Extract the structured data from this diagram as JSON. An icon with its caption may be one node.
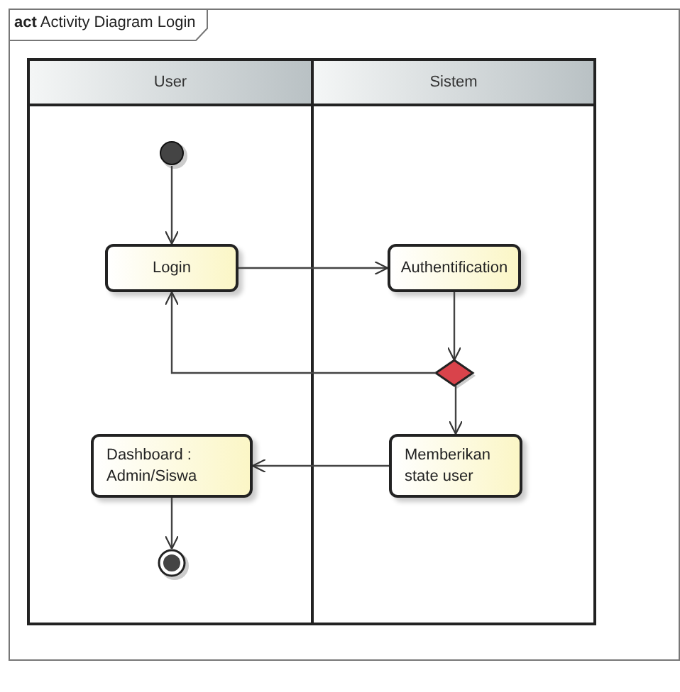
{
  "diagram": {
    "title": "**act** Activity Diagram Login",
    "nodes": [
      {
        "text": [
          "User"
        ]
      },
      {
        "text": [
          "Sistem"
        ]
      },
      {
        "text": [],
        "shape": "circle",
        "in": 0
      },
      {
        "text": [
          "Login"
        ],
        "in": 0
      },
      {
        "text": [
          "Authentification"
        ],
        "in": 1
      },
      {
        "text": [],
        "shape": "diamond",
        "in": 1
      },
      {
        "text": [
          "Dashboard : Admin/Siswa"
        ],
        "in": 0
      },
      {
        "text": [
          "Memberikan state user"
        ],
        "in": 1
      },
      {
        "text": [],
        "shape": "circle",
        "in": 0
      }
    ],
    "edges": [
      {
        "from": 2,
        "to": 3,
        "arrow": "to"
      },
      {
        "from": 3,
        "to": 4,
        "arrow": "to"
      },
      {
        "from": 4,
        "to": 5,
        "arrow": "to"
      },
      {
        "from": 5,
        "to": 3,
        "arrow": "to"
      },
      {
        "from": 5,
        "to": 7,
        "arrow": "to"
      },
      {
        "from": 7,
        "to": 6,
        "arrow": "to"
      },
      {
        "from": 6,
        "to": 8,
        "arrow": "to"
      }
    ]
  }
}
